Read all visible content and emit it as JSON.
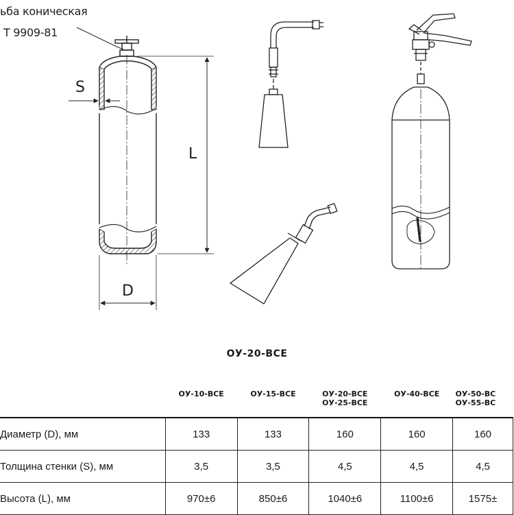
{
  "drawing": {
    "callout_line1": "ьба коническая",
    "callout_line2": "T 9909-81",
    "dim_s": "S",
    "dim_l": "L",
    "dim_d": "D"
  },
  "title": "ОУ-20-ВСЕ",
  "table": {
    "columns": [
      {
        "line1": "ОУ-10-ВСЕ",
        "line2": ""
      },
      {
        "line1": "ОУ-15-ВСЕ",
        "line2": ""
      },
      {
        "line1": "ОУ-20-ВСЕ",
        "line2": "ОУ-25-ВСЕ"
      },
      {
        "line1": "ОУ-40-ВСЕ",
        "line2": ""
      },
      {
        "line1": "ОУ-50-ВС",
        "line2": "ОУ-55-ВС"
      }
    ],
    "rows": [
      {
        "label": "Диаметр (D), мм",
        "values": [
          "133",
          "133",
          "160",
          "160",
          "160"
        ]
      },
      {
        "label": "Толщина стенки (S), мм",
        "values": [
          "3,5",
          "3,5",
          "4,5",
          "4,5",
          "4,5"
        ]
      },
      {
        "label": "Высота (L), мм",
        "values": [
          "970±6",
          "850±6",
          "1040±6",
          "1100±6",
          "1575±"
        ]
      }
    ]
  }
}
